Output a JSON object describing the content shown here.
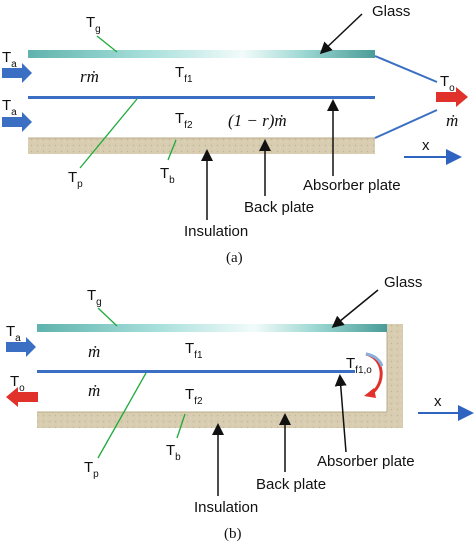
{
  "colors": {
    "glass_light": "#dff3f1",
    "glass_mid": "#8fd3cf",
    "glass_dark": "#4a9c98",
    "absorber": "#3a6fc4",
    "insulation": "#d8cdb1",
    "arrow_in": "#3a6fc4",
    "arrow_out": "#e0322b",
    "leader": "#1faa3b",
    "pointer": "#111111",
    "x_arrow": "#2e64c0"
  },
  "icons": {
    "inlet": "arrow-right-icon",
    "outlet_a": "arrow-right-icon",
    "outlet_b": "arrow-left-icon",
    "turn": "curved-return-arrow-icon"
  },
  "diagram_a": {
    "t_g": "T",
    "t_g_sub": "g",
    "glass_label": "Glass",
    "t_a_top": "T",
    "t_a_top_sub": "a",
    "t_a_bottom": "T",
    "t_a_bottom_sub": "a",
    "flow_top": "rṁ",
    "flow_bottom": "(1 − r)ṁ",
    "t_f1": "T",
    "t_f1_sub": "f1",
    "t_f2": "T",
    "t_f2_sub": "f2",
    "t_o": "T",
    "t_o_sub": "o",
    "outlet_flow": "ṁ",
    "x_label": "x",
    "t_p": "T",
    "t_p_sub": "p",
    "t_b": "T",
    "t_b_sub": "b",
    "absorber_label": "Absorber plate",
    "back_plate_label": "Back plate",
    "insulation_label": "Insulation",
    "caption": "(a)"
  },
  "diagram_b": {
    "t_g": "T",
    "t_g_sub": "g",
    "glass_label": "Glass",
    "t_a": "T",
    "t_a_sub": "a",
    "t_o": "T",
    "t_o_sub": "o",
    "flow_top": "ṁ",
    "flow_bottom": "ṁ",
    "t_f1": "T",
    "t_f1_sub": "f1",
    "t_f2": "T",
    "t_f2_sub": "f2",
    "t_f1o": "T",
    "t_f1o_sub": "f1,o",
    "x_label": "x",
    "t_p": "T",
    "t_p_sub": "p",
    "t_b": "T",
    "t_b_sub": "b",
    "absorber_label": "Absorber plate",
    "back_plate_label": "Back plate",
    "insulation_label": "Insulation",
    "caption": "(b)"
  }
}
